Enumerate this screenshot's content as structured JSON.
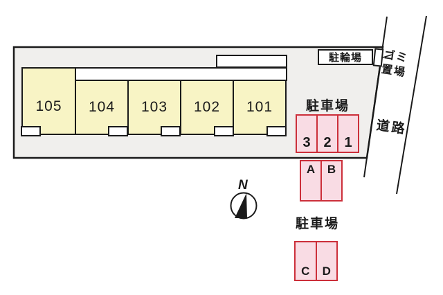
{
  "plan": {
    "units": [
      {
        "label": "105"
      },
      {
        "label": "104"
      },
      {
        "label": "103"
      },
      {
        "label": "102"
      },
      {
        "label": "101"
      }
    ],
    "bicycle_area": {
      "label": "駐輪場"
    },
    "garbage_area": {
      "line1": "ゴミ",
      "line2": "置場"
    },
    "road": {
      "label": "道路"
    },
    "parking_front": {
      "label": "駐車場",
      "stalls": [
        "3",
        "2",
        "1"
      ]
    },
    "parking_ab": {
      "stalls": [
        "A",
        "B"
      ]
    },
    "parking_rear": {
      "label": "駐車場",
      "stalls": [
        "C",
        "D"
      ]
    },
    "compass": {
      "label": "N"
    },
    "colors": {
      "unit_fill": "#f8f4c5",
      "stall_fill": "#f9dce4",
      "stall_border": "#cc2f3a",
      "ground_fill": "#f0efed",
      "line_color": "#1a1a1a"
    }
  }
}
